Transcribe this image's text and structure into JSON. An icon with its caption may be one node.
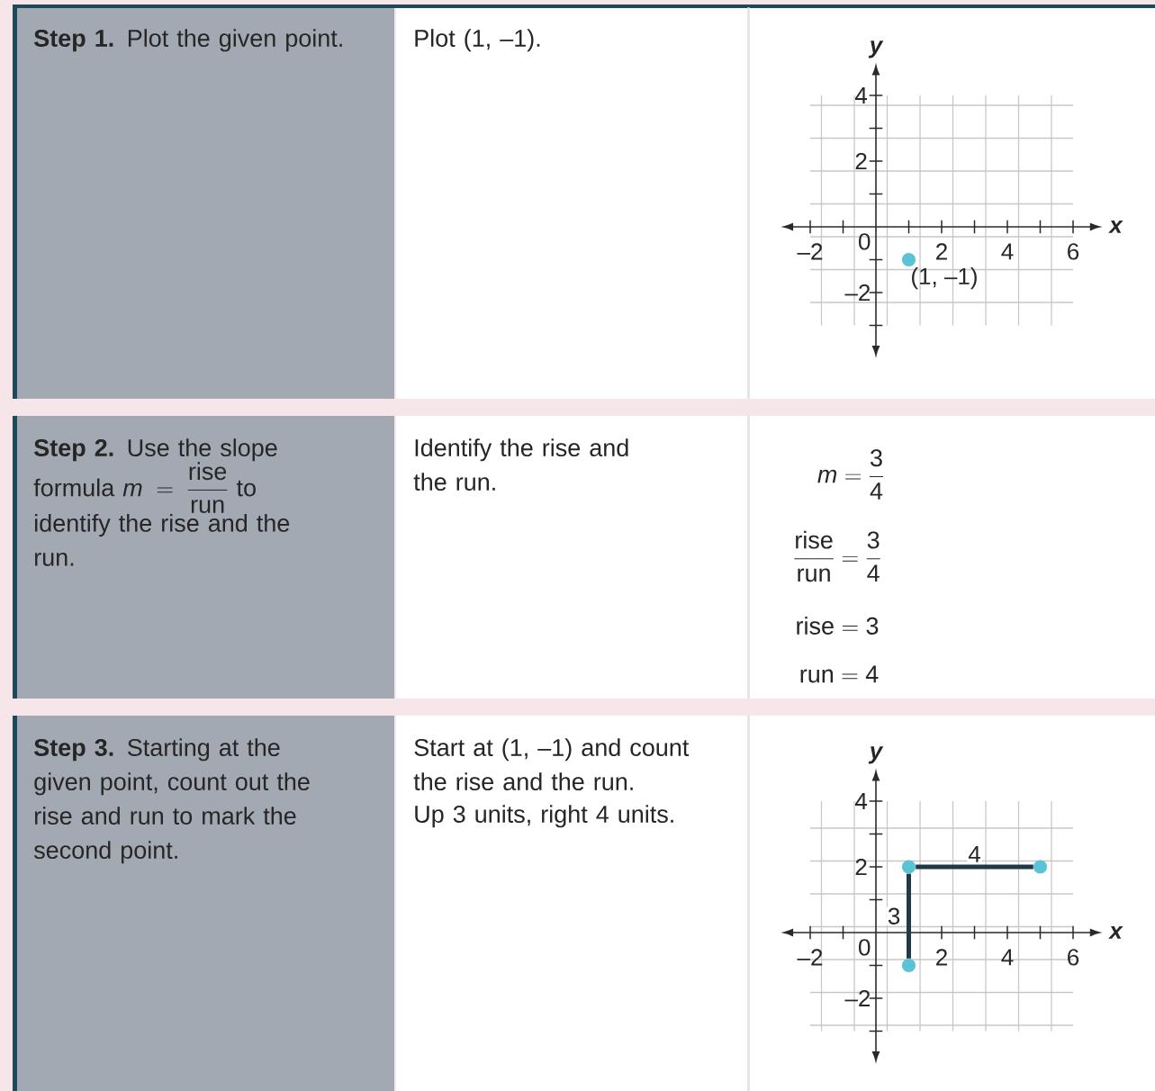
{
  "diagram": {
    "nodes": [
      {
        "text": [],
        "shape": "circle",
        "beside": [
          "(1, –1)"
        ]
      },
      {
        "text": [],
        "shape": "circle"
      },
      {
        "text": [],
        "shape": "circle"
      },
      {
        "text": [],
        "shape": "circle"
      }
    ],
    "edges": [
      {
        "from": 3,
        "to": 1,
        "arrow": "none",
        "label": "3"
      },
      {
        "from": 1,
        "to": 2,
        "arrow": "none",
        "label": "4"
      }
    ],
    "labels": [
      "**Step 1.** Plot the given point.",
      "Plot (1, –1).",
      "y",
      "4",
      "2",
      "x",
      "0",
      "–2",
      "2",
      "4",
      "6",
      "–2",
      "**Step 2.** Use the slope formula",
      "m = \\dfrac{\\text{rise}}{\\text{run}}",
      "to identify the rise and the run.",
      "Identify the rise and the run.",
      "m = \\dfrac{3}{4}",
      "\\dfrac{\\text{rise}}{\\text{run}} = \\dfrac{3}{4}",
      "\\text{rise} = 3",
      "\\text{run} = 4",
      "**Step 3.** Starting at the given point, count out the rise and run to mark the second point.",
      "Start at (1, –1) and count the rise and the run.",
      "Up 3 units, right 4 units.",
      "y",
      "4",
      "2",
      "x",
      "0",
      "–2",
      "2",
      "4",
      "6",
      "–2"
    ]
  }
}
